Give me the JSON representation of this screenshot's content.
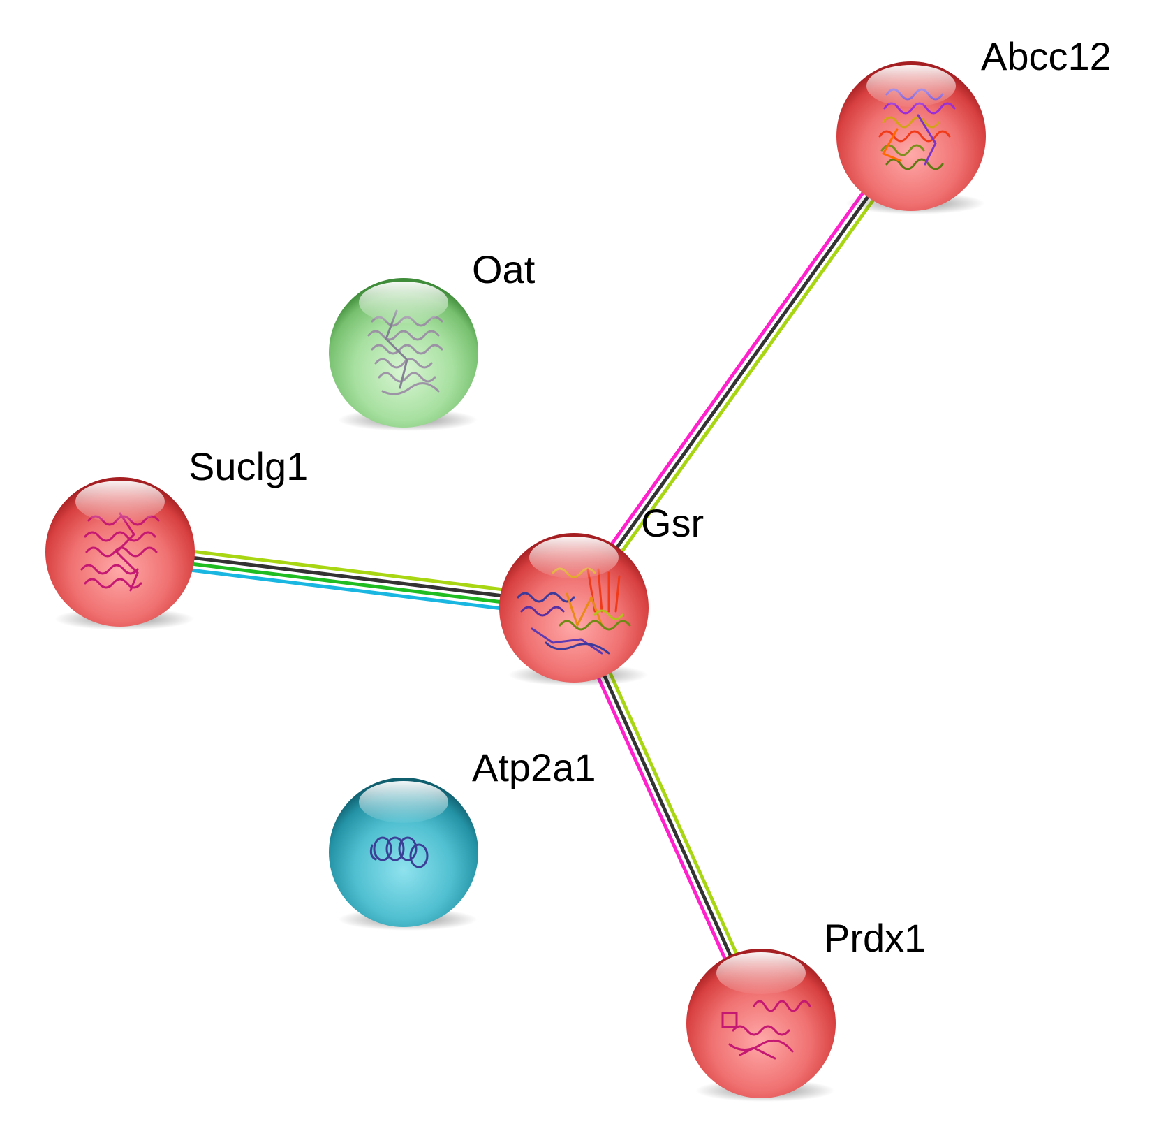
{
  "network": {
    "nodes": [
      {
        "id": "abcc12",
        "label": "Abcc12",
        "color": "#e8595b"
      },
      {
        "id": "oat",
        "label": "Oat",
        "color": "#7fd07a"
      },
      {
        "id": "suclg1",
        "label": "Suclg1",
        "color": "#e8595b"
      },
      {
        "id": "gsr",
        "label": "Gsr",
        "color": "#e8595b"
      },
      {
        "id": "atp2a1",
        "label": "Atp2a1",
        "color": "#2aa3b5"
      },
      {
        "id": "prdx1",
        "label": "Prdx1",
        "color": "#e8595b"
      }
    ],
    "edges": [
      {
        "source": "gsr",
        "target": "abcc12",
        "colors": [
          "#ff22cc",
          "#333333",
          "#a8d613"
        ]
      },
      {
        "source": "suclg1",
        "target": "gsr",
        "colors": [
          "#a8d613",
          "#333333",
          "#1fbd22",
          "#18b6e0"
        ]
      },
      {
        "source": "gsr",
        "target": "prdx1",
        "colors": [
          "#a8d613",
          "#333333",
          "#ff22cc"
        ]
      }
    ]
  }
}
